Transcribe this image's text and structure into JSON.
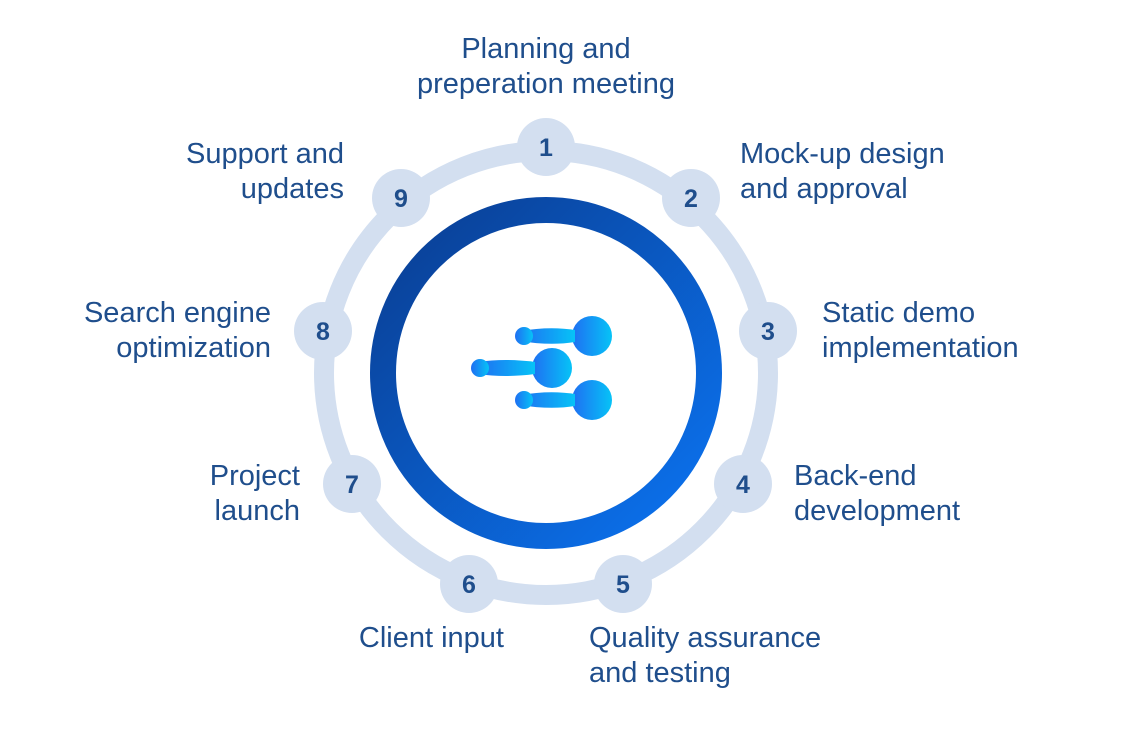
{
  "diagram": {
    "colors": {
      "ring_track": "#d3dff0",
      "step_circle": "#d3dff0",
      "step_number": "#1f4e8c",
      "label_text": "#1f4e8c",
      "center_ring_start": "#0a3d91",
      "center_ring_end": "#0b74f2",
      "logo_start": "#1f6ff2",
      "logo_end": "#06c3f7"
    },
    "center_logo": "molecule-logo-icon",
    "steps": [
      {
        "number": "1",
        "lines": [
          "Planning and",
          "preperation meeting"
        ]
      },
      {
        "number": "2",
        "lines": [
          "Mock-up design",
          "and approval"
        ]
      },
      {
        "number": "3",
        "lines": [
          "Static demo",
          "implementation"
        ]
      },
      {
        "number": "4",
        "lines": [
          "Back-end",
          "development"
        ]
      },
      {
        "number": "5",
        "lines": [
          "Quality assurance",
          "and testing"
        ]
      },
      {
        "number": "6",
        "lines": [
          "Client input"
        ]
      },
      {
        "number": "7",
        "lines": [
          "Project",
          "launch"
        ]
      },
      {
        "number": "8",
        "lines": [
          "Search engine",
          "optimization"
        ]
      },
      {
        "number": "9",
        "lines": [
          "Support and",
          "updates"
        ]
      }
    ]
  }
}
